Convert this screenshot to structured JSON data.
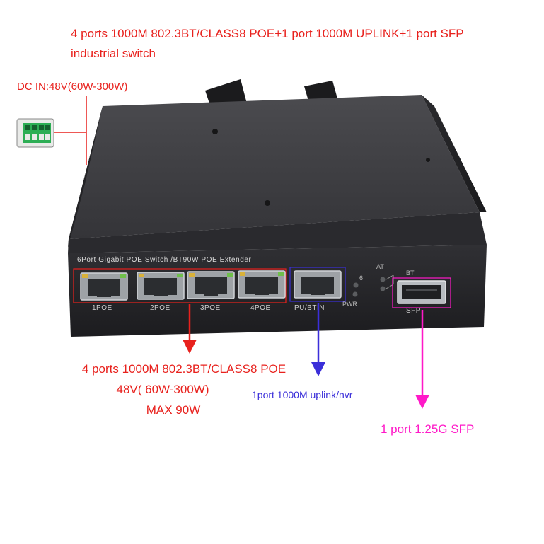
{
  "header": {
    "title_line1": "4 ports 1000M 802.3BT/CLASS8 POE+1 port 1000M UPLINK+1 port SFP",
    "title_line2": "industrial switch"
  },
  "power": {
    "label": "DC IN:48V(60W-300W)"
  },
  "panel": {
    "printed_text": "6Port Gigabit POE Switch /BT90W POE Extender",
    "ports": [
      "1POE",
      "2POE",
      "3POE",
      "4POE",
      "PU/BTIN",
      "SFP"
    ],
    "led_labels": {
      "at": "AT",
      "bt": "BT",
      "six": "6",
      "pwr": "PWR"
    }
  },
  "callouts": {
    "poe": {
      "line1": "4 ports 1000M 802.3BT/CLASS8 POE",
      "line2": "48V( 60W-300W)",
      "line3": "MAX 90W",
      "color": "#e8211d"
    },
    "uplink": {
      "text": "1port 1000M uplink/nvr",
      "color": "#3b2fd9"
    },
    "sfp": {
      "text": "1 port 1.25G SFP",
      "color": "#ff19c8"
    }
  }
}
